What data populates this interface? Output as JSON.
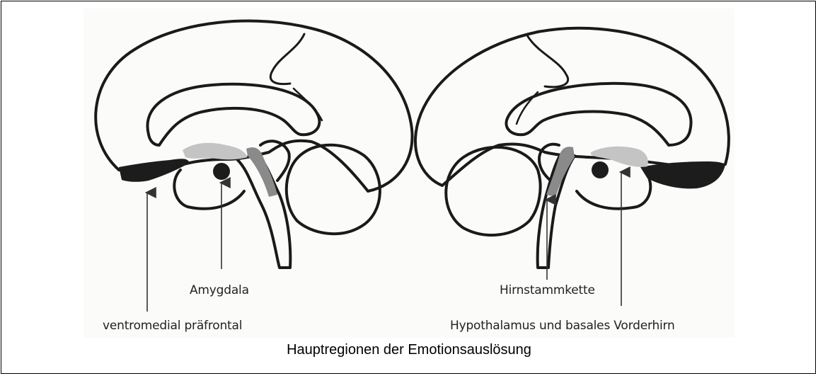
{
  "labels": {
    "amygdala": "Amygdala",
    "ventromedial": "ventromedial präfrontal",
    "hirnstamm": "Hirnstammkette",
    "hypothalamus": "Hypothalamus und basales Vorderhirn"
  },
  "caption": "Hauptregionen der Emotionsauslösung",
  "colors": {
    "outline": "#1a1a1a",
    "dark_region": "#1c1c1c",
    "gray_region": "#8a8a8a",
    "light_region": "#c4c4c4"
  }
}
